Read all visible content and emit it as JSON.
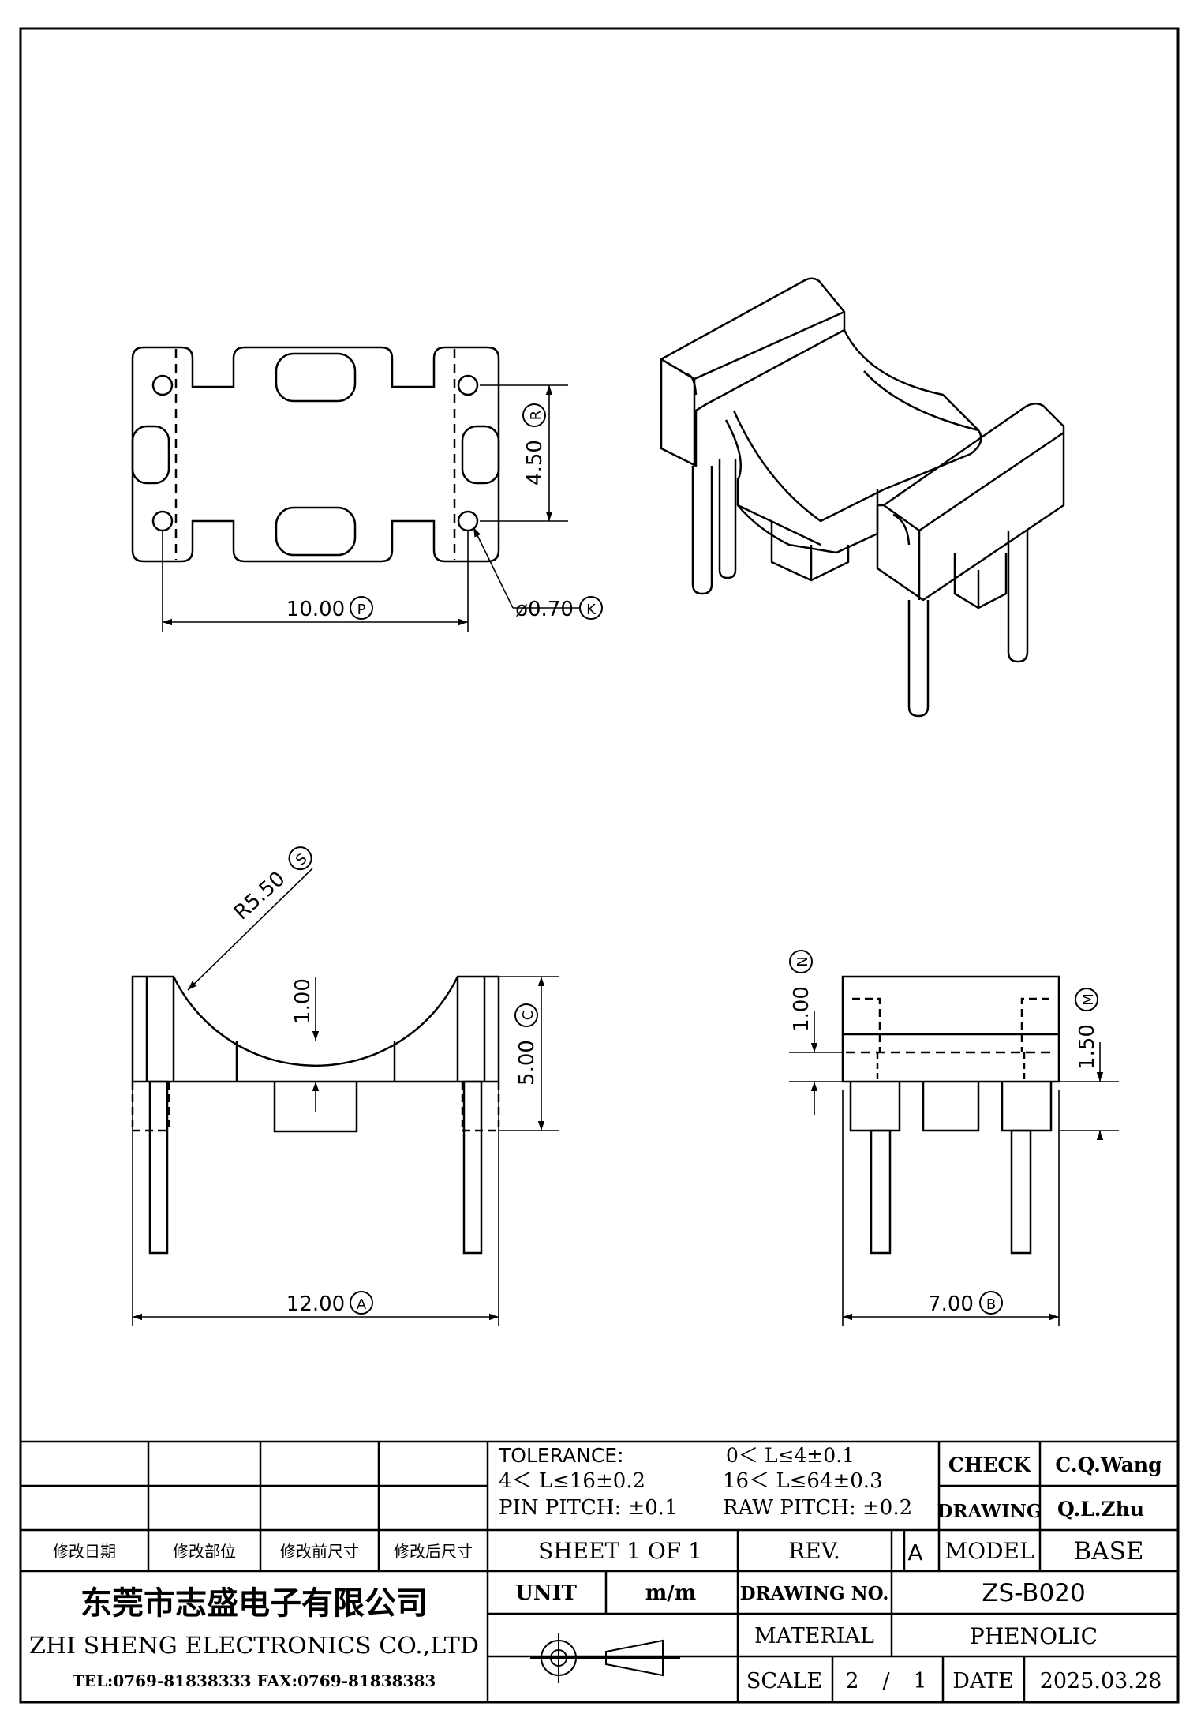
{
  "dimensions": {
    "width_p": {
      "value": "10.00",
      "tag": "P"
    },
    "hole_pitch_r": {
      "value": "4.50",
      "tag": "R"
    },
    "hole_dia_k": {
      "value": "ø0.70",
      "tag": "K"
    },
    "radius_s": {
      "value": "R5.50",
      "tag": "S"
    },
    "center_thk": {
      "value": "1.00"
    },
    "height_c": {
      "value": "5.00",
      "tag": "C"
    },
    "length_a": {
      "value": "12.00",
      "tag": "A"
    },
    "flange_n": {
      "value": "1.00",
      "tag": "N"
    },
    "step_m": {
      "value": "1.50",
      "tag": "M"
    },
    "depth_b": {
      "value": "7.00",
      "tag": "B"
    }
  },
  "title_block": {
    "revision_headers": [
      "修改日期",
      "修改部位",
      "修改前尺寸",
      "修改后尺寸"
    ],
    "tolerance_label": "TOLERANCE:",
    "tol_1": "0＜ L≤4±0.1",
    "tol_2": "4＜ L≤16±0.2",
    "tol_3": "16＜ L≤64±0.3",
    "pin_pitch": "PIN PITCH: ±0.1",
    "raw_pitch": "RAW PITCH: ±0.2",
    "check_label": "CHECK",
    "check_value": "C.Q.Wang",
    "drawing_label": "DRAWING",
    "drawing_value": "Q.L.Zhu",
    "sheet": "SHEET 1 OF 1",
    "rev_label": "REV.",
    "rev_value": "A",
    "model_label": "MODEL",
    "model_value": "BASE",
    "company_cn": "东莞市志盛电子有限公司",
    "company_en": "ZHI SHENG ELECTRONICS CO.,LTD",
    "contact": "TEL:0769-81838333 FAX:0769-81838383",
    "unit_label": "UNIT",
    "unit_value": "m/m",
    "drawing_no_label": "DRAWING NO.",
    "drawing_no_value": "ZS-B020",
    "material_label": "MATERIAL",
    "material_value": "PHENOLIC",
    "scale_label": "SCALE",
    "scale_num": "2",
    "scale_sep": "/",
    "scale_den": "1",
    "date_label": "DATE",
    "date_value": "2025.03.28"
  }
}
